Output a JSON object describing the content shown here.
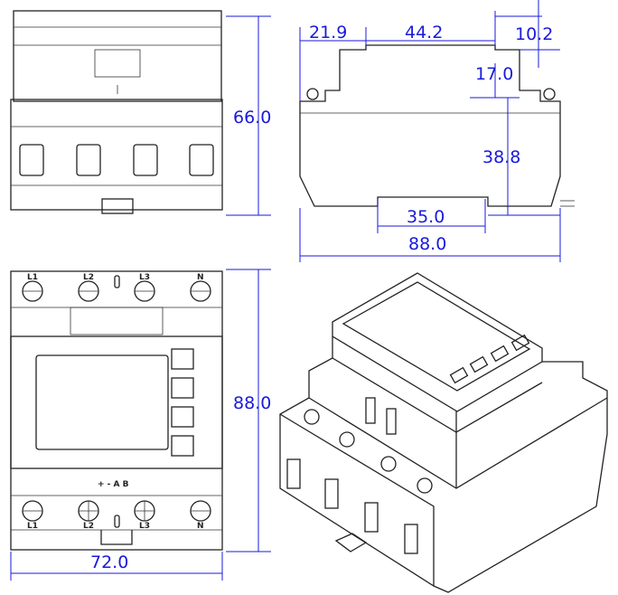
{
  "dimensions": {
    "side_top_left": "21.9",
    "side_top_middle": "44.2",
    "side_top_right": "10.2",
    "side_step": "17.0",
    "side_height": "38.8",
    "rail_width": "35.0",
    "depth": "88.0",
    "top_height": "66.0",
    "front_height": "88.0",
    "front_width": "72.0"
  },
  "terminals": {
    "top": [
      "L1",
      "L2",
      "L3",
      "N"
    ],
    "bottom": [
      "L1",
      "L2",
      "L3",
      "N"
    ]
  },
  "comm_labels": "+ - A B",
  "colors": {
    "dimension": "#1a1adb",
    "outline": "#222222"
  }
}
